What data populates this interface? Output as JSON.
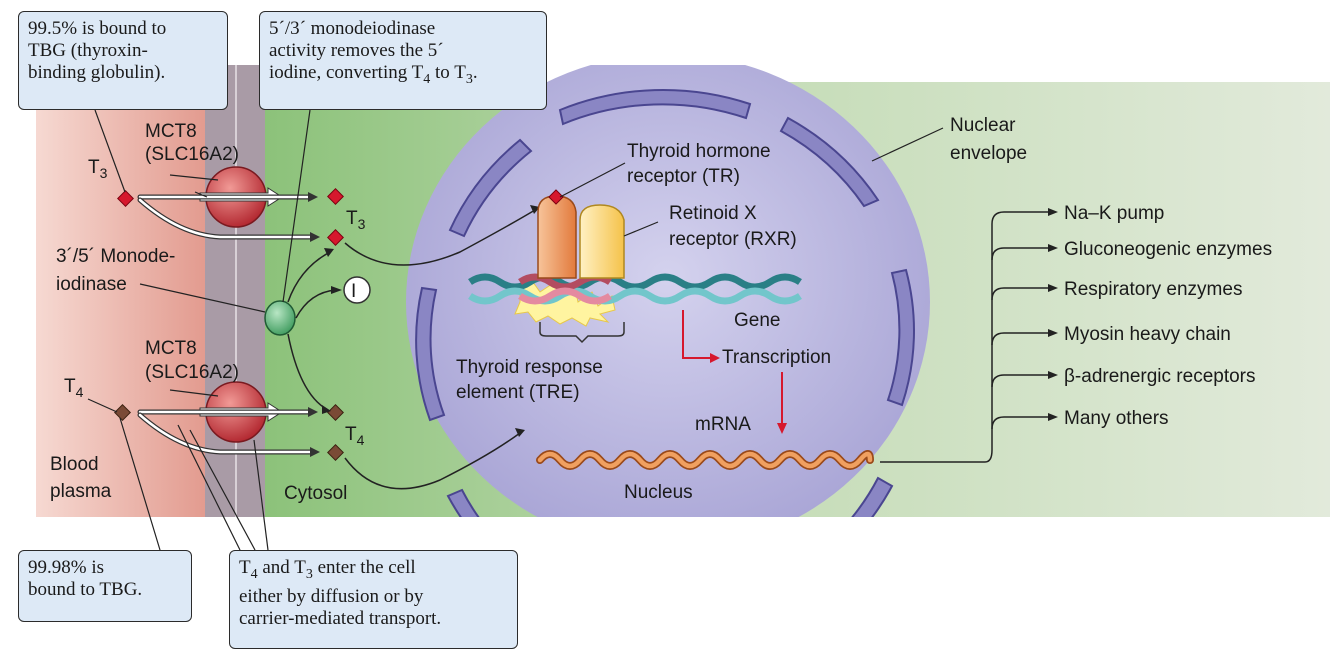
{
  "colors": {
    "plasma": "#e8a69a",
    "membrane": "#a89aa6",
    "cytosol": "#9ccb8c",
    "cytosol_light": "#dfe8d8",
    "nucleus": "#b3b0da",
    "envelope": "#6a66a8",
    "t3_marker": "#d6182d",
    "t4_marker": "#7a4a36",
    "transporter": "#c8333a",
    "arrow_red": "#d6182d"
  },
  "callouts": {
    "tbg_t3": "99.5% is bound to\nTBG (thyroxin-\nbinding globulin).",
    "deiodinase_l1": "5´/3´ monodeiodinase",
    "deiodinase_l2": "activity removes the 5´",
    "deiodinase_l3a": "iodine, converting T",
    "deiodinase_sub1": "4",
    "deiodinase_l3b": " to T",
    "deiodinase_sub2": "3",
    "deiodinase_l3c": ".",
    "tbg_t4": "99.98% is\nbound to TBG.",
    "enter_l1a": "T",
    "enter_sub1": "4",
    "enter_l1b": " and T",
    "enter_sub2": "3",
    "enter_l1c": " enter the cell",
    "enter_l2": "either by diffusion or by",
    "enter_l3": "carrier-mediated transport."
  },
  "labels": {
    "t3_left": "T",
    "t3_left_sub": "3",
    "t4_left": "T",
    "t4_left_sub": "4",
    "t3_right": "T",
    "t3_right_sub": "3",
    "t4_right": "T",
    "t4_right_sub": "4",
    "mct8_top_1": "MCT8",
    "mct8_top_2": "(SLC16A2)",
    "mct8_bot_1": "MCT8",
    "mct8_bot_2": "(SLC16A2)",
    "monodeiodinase_1": "3´/5´ Monode-",
    "monodeiodinase_2": "iodinase",
    "iodine": "I",
    "blood_plasma_1": "Blood",
    "blood_plasma_2": "plasma",
    "cytosol": "Cytosol",
    "nucleus": "Nucleus",
    "nuclear_envelope_1": "Nuclear",
    "nuclear_envelope_2": "envelope",
    "tr_1": "Thyroid hormone",
    "tr_2": "receptor (TR)",
    "rxr_1": "Retinoid X",
    "rxr_2": "receptor (RXR)",
    "gene": "Gene",
    "tre_1": "Thyroid response",
    "tre_2": "element (TRE)",
    "transcription": "Transcription",
    "mrna": "mRNA"
  },
  "outputs": [
    "Na–K pump",
    "Gluconeogenic enzymes",
    "Respiratory enzymes",
    "Myosin heavy chain",
    "β-adrenergic receptors",
    "Many others"
  ]
}
